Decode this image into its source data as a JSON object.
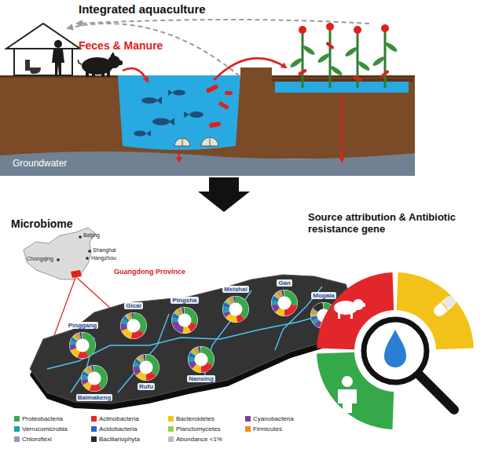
{
  "diagram": {
    "title": "Integrated aquaculture",
    "labels": [
      "Feces & Manure",
      "Groundwater",
      "Microbiome",
      "Source attribution & Antibiotic resistance gene",
      "Beijing",
      "Shanghai",
      "Hangzhou",
      "Chongqing",
      "Guangdong Province",
      "Pinggang",
      "Gicai",
      "Pingsha",
      "Meishai",
      "Gan",
      "Mogaia",
      "Baimakeng",
      "Rufu",
      "Nansing"
    ],
    "legend": [
      {
        "text": "Proteobacteria",
        "color": "#3aa84a"
      },
      {
        "text": "Actinobacteria",
        "color": "#e8262b"
      },
      {
        "text": "Bacteroidetes",
        "color": "#f5c518"
      },
      {
        "text": "Cyanobacteria",
        "color": "#7b3fa0"
      },
      {
        "text": "Verrucomicrobia",
        "color": "#19a3a3"
      },
      {
        "text": "Acidobacteria",
        "color": "#2f62c8"
      },
      {
        "text": "Planctomycetes",
        "color": "#9bcf4e"
      },
      {
        "text": "Firmicutes",
        "color": "#f28c1e"
      },
      {
        "text": "Chloroflexi",
        "color": "#8a9bb8"
      },
      {
        "text": "Bacillariophyta",
        "color": "#2b2b2b"
      },
      {
        "text": "Abundance <1%",
        "color": "#bfbfbf"
      }
    ]
  }
}
